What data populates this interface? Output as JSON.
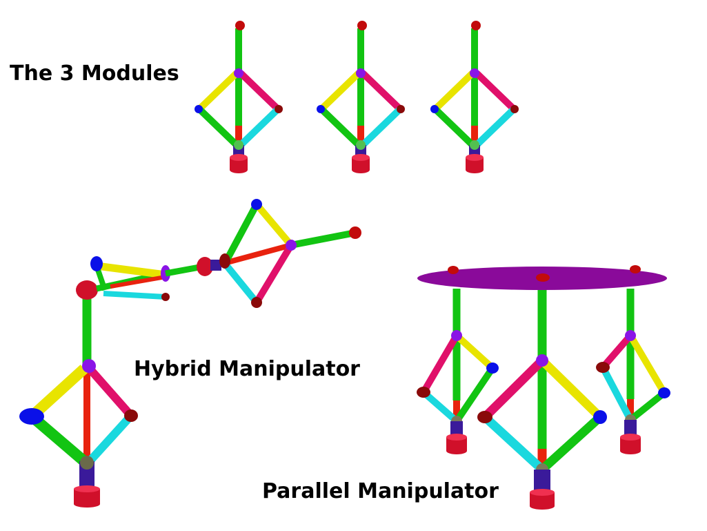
{
  "labels": {
    "modules": "The 3 Modules",
    "hybrid": "Hybrid Manipulator",
    "parallel": "Parallel Manipulator"
  },
  "colors": {
    "green": "#12c412",
    "red": "#e8220e",
    "yellow": "#e8e400",
    "magenta": "#e0106a",
    "cyan": "#1ad8de",
    "blue": "#0a10e8",
    "purple": "#8a14e6",
    "plate": "#8a0a9a",
    "base": "#d0102a",
    "column": "#3a1a9a",
    "tip": "#c20b0b",
    "joint_green": "#52c050",
    "dark_red": "#8a0a0a"
  }
}
